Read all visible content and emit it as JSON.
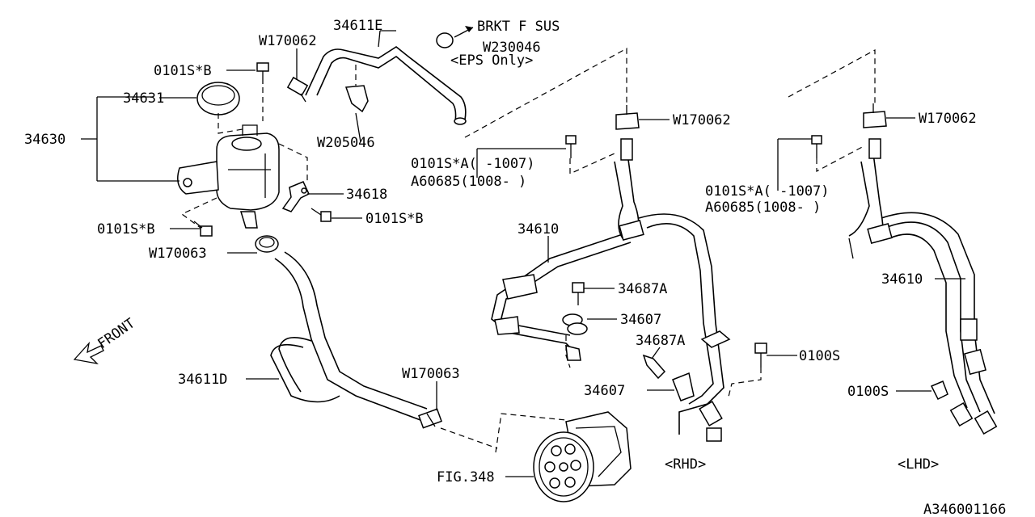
{
  "labels": {
    "p34611E": "34611E",
    "brkt": "BRKT F SUS",
    "w230046": "W230046",
    "eps": "<EPS Only>",
    "w170062_top": "W170062",
    "b0101_top": "0101S*B",
    "p34631": "34631",
    "p34630": "34630",
    "w205046": "W205046",
    "p34618": "34618",
    "b0101_right": "0101S*B",
    "b0101_left": "0101S*B",
    "w170063_top": "W170063",
    "front": "FRONT",
    "p34611D": "34611D",
    "w170063_bot": "W170063",
    "fig348": "FIG.348",
    "rhd_0101A": "0101S*A( -1007)",
    "rhd_a60685": "A60685(1008- )",
    "rhd_w170062": "W170062",
    "rhd_34610": "34610",
    "p34687A_1": "34687A",
    "p34607_1": "34607",
    "p34687A_2": "34687A",
    "p34607_2": "34607",
    "rhd_0100S": "0100S",
    "rhd": "<RHD>",
    "lhd_w170062": "W170062",
    "lhd_0101A": "0101S*A( -1007)",
    "lhd_a60685": "A60685(1008- )",
    "lhd_34610": "34610",
    "lhd_0100S": "0100S",
    "lhd": "<LHD>",
    "diagram_id": "A346001166"
  }
}
